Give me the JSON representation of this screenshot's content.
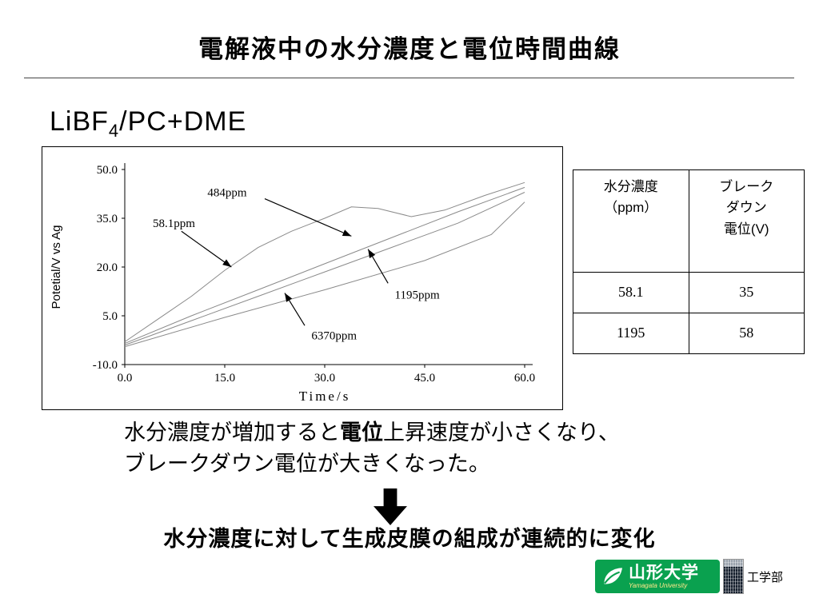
{
  "slide": {
    "title": "電解液中の水分濃度と電位時間曲線",
    "subtitle": {
      "prefix": "LiBF",
      "sub": "4",
      "suffix": "/PC+DME"
    }
  },
  "chart_data": {
    "type": "line",
    "title": "",
    "xlabel": "Time/s",
    "ylabel": "Potetial/V vs Ag",
    "xlim": [
      0,
      60
    ],
    "ylim": [
      -10,
      50
    ],
    "grid": false,
    "legend": "none (inline arrow annotations)",
    "line_color": "#8a8a8a",
    "x_ticks": {
      "values": [
        0,
        15,
        30,
        45,
        60
      ],
      "labels": [
        "0.0",
        "15.0",
        "30.0",
        "45.0",
        "60.0"
      ]
    },
    "y_ticks": {
      "values": [
        50,
        35,
        20,
        5,
        -10
      ],
      "labels": [
        "50.0",
        "35.0",
        "20.0",
        "5.0",
        "-10.0"
      ]
    },
    "series": [
      {
        "name": "58.1ppm",
        "points": [
          [
            0,
            -3
          ],
          [
            5,
            4
          ],
          [
            10,
            11
          ],
          [
            15,
            19
          ],
          [
            20,
            26
          ],
          [
            25,
            31
          ],
          [
            30,
            35
          ],
          [
            34,
            38.5
          ],
          [
            38,
            38
          ],
          [
            43,
            35.5
          ],
          [
            48,
            37.5
          ],
          [
            54,
            42
          ],
          [
            60,
            46
          ]
        ]
      },
      {
        "name": "484ppm",
        "points": [
          [
            0,
            -3.5
          ],
          [
            10,
            5
          ],
          [
            20,
            13
          ],
          [
            30,
            21
          ],
          [
            40,
            29
          ],
          [
            50,
            37
          ],
          [
            60,
            44.5
          ]
        ]
      },
      {
        "name": "1195ppm",
        "points": [
          [
            0,
            -4
          ],
          [
            10,
            3.5
          ],
          [
            20,
            11
          ],
          [
            30,
            18.5
          ],
          [
            40,
            26
          ],
          [
            50,
            33.5
          ],
          [
            60,
            43
          ]
        ]
      },
      {
        "name": "6370ppm",
        "points": [
          [
            0,
            -4.5
          ],
          [
            15,
            4.5
          ],
          [
            30,
            13
          ],
          [
            45,
            22
          ],
          [
            55,
            30
          ],
          [
            60,
            40
          ]
        ]
      }
    ],
    "annotations": [
      {
        "label": "484ppm",
        "text_x": 12.4,
        "text_y": 43,
        "arrow": [
          [
            21,
            41
          ],
          [
            34,
            29.5
          ]
        ]
      },
      {
        "label": "58.1ppm",
        "text_x": 4.2,
        "text_y": 33.5,
        "arrow": [
          [
            8.5,
            31
          ],
          [
            16,
            20
          ]
        ]
      },
      {
        "label": "1195ppm",
        "text_x": 40.5,
        "text_y": 11.5,
        "arrow": [
          [
            39.5,
            15
          ],
          [
            36.5,
            25.5
          ]
        ]
      },
      {
        "label": "6370ppm",
        "text_x": 28,
        "text_y": -1,
        "arrow": [
          [
            27,
            2
          ],
          [
            24,
            12
          ]
        ]
      }
    ]
  },
  "table": {
    "headers": [
      "水分濃度\n（ppm）",
      "ブレーク\nダウン\n電位(V)"
    ],
    "rows": [
      {
        "ppm": "58.1",
        "breakdown": "35"
      },
      {
        "ppm": "1195",
        "breakdown": "58"
      }
    ]
  },
  "analysis": {
    "part1": "水分濃度が増加すると",
    "bold": "電位",
    "part2": "上昇速度が小さくなり、",
    "line2": "ブレークダウン電位が大きくなった。"
  },
  "conclusion": "水分濃度に対して生成皮膜の組成が連続的に変化",
  "footer": {
    "university": "山形大学",
    "university_en": "Yamagata University",
    "department": "工学部",
    "logo_green": "#0aa14f"
  }
}
